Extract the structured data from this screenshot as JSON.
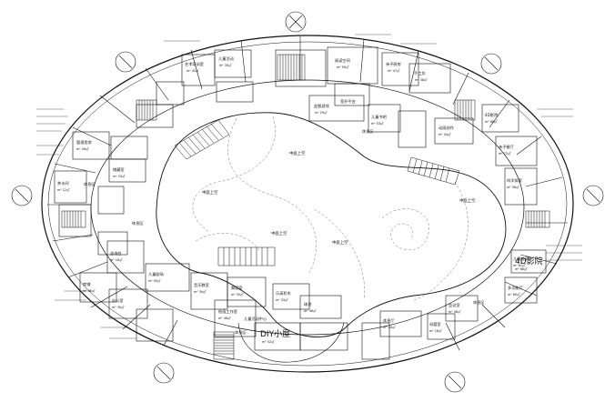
{
  "plan": {
    "rooms": [
      {
        "id": "r1",
        "name": "艺术培训室",
        "area": "m² 42㎡"
      },
      {
        "id": "r2",
        "name": "儿童活动",
        "area": "m² 35㎡"
      },
      {
        "id": "r3",
        "name": "阅读空间",
        "area": "m² 50㎡"
      },
      {
        "id": "r4",
        "name": "亲子厨房",
        "area": "m² 47㎡"
      },
      {
        "id": "r5",
        "name": "手工坊",
        "area": "m² 38㎡"
      },
      {
        "id": "r6",
        "name": "益智游戏",
        "area": "m² 29㎡"
      },
      {
        "id": "r7",
        "name": "儿童书吧",
        "area": "m² 53㎡"
      },
      {
        "id": "r8",
        "name": "动画创作",
        "area": "m² 44㎡"
      },
      {
        "id": "r9",
        "name": "4D影院",
        "area": "m² 68㎡"
      },
      {
        "id": "r10",
        "name": "亲子餐厅",
        "area": "m² 72㎡"
      },
      {
        "id": "r11",
        "name": "科学探索",
        "area": "m² 56㎡"
      },
      {
        "id": "r12",
        "name": "儿童游乐",
        "area": "m² 61㎡"
      },
      {
        "id": "r13",
        "name": "多功能厅",
        "area": "m² 80㎡"
      },
      {
        "id": "r14",
        "name": "会议室",
        "area": "m² 36㎡"
      },
      {
        "id": "r15",
        "name": "母婴室",
        "area": "m² 18㎡"
      },
      {
        "id": "r16",
        "name": "休息厅",
        "area": "m² 40㎡"
      },
      {
        "id": "r17",
        "name": "绘画工作室",
        "area": "m² 46㎡"
      },
      {
        "id": "r18",
        "name": "音乐教室",
        "area": "m² 39㎡"
      },
      {
        "id": "r19",
        "name": "舞蹈室",
        "area": "m² 55㎡"
      },
      {
        "id": "r20",
        "name": "乐高积木",
        "area": "m² 33㎡"
      },
      {
        "id": "r21",
        "name": "球池",
        "area": "m² 48㎡"
      },
      {
        "id": "r22",
        "name": "儿童剧场",
        "area": "m² 90㎡"
      },
      {
        "id": "r23",
        "name": "咨询台",
        "area": "m² 16㎡"
      },
      {
        "id": "r24",
        "name": "商铺",
        "area": "m² 45㎡"
      },
      {
        "id": "r25",
        "name": "办公室",
        "area": "m² 30㎡"
      },
      {
        "id": "r26",
        "name": "茶水间",
        "area": "m² 12㎡"
      },
      {
        "id": "r27",
        "name": "储藏室",
        "area": "m² 20㎡"
      },
      {
        "id": "r28",
        "name": "管理用房",
        "area": "m² 26㎡"
      }
    ],
    "labels": {
      "rest_area_1": "休息区",
      "rest_area_2": "休息区",
      "rest_area_3": "休息区",
      "rest_area_4": "休息区",
      "rest_area_5": "休息区",
      "void_1": "中庭上空",
      "void_2": "中庭上空",
      "void_3": "中庭上空",
      "void_4": "中庭上空",
      "void_5": "中庭上空",
      "center_room": "室外平台",
      "diy": "DIY小屋",
      "diy_area": "m² 52㎡",
      "film": "4D影院",
      "film_area": "m² 68㎡",
      "plaza": "儿童活动中心"
    }
  }
}
